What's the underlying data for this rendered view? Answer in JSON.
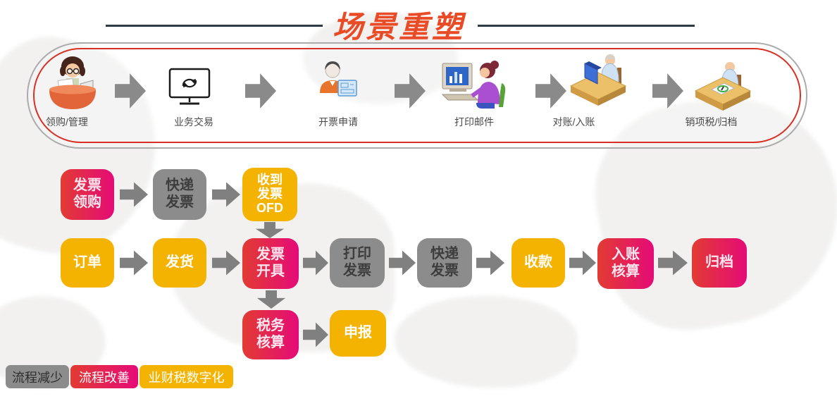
{
  "title": {
    "text": "场景重塑"
  },
  "pipeline": {
    "steps": [
      {
        "label": "领购/管理",
        "icon": "woman-reading-desk-icon"
      },
      {
        "label": "业务交易",
        "icon": "monitor-sync-icon"
      },
      {
        "label": "开票申请",
        "icon": "person-invoice-form-icon"
      },
      {
        "label": "打印邮件",
        "icon": "woman-at-computer-icon"
      },
      {
        "label": "对账/入账",
        "icon": "person-desk-computer-icon"
      },
      {
        "label": "销项税/归档",
        "icon": "person-desk-writing-icon"
      }
    ]
  },
  "flow": {
    "row1": [
      {
        "label": "发票\n领购",
        "type": "red"
      },
      {
        "label": "快递\n发票",
        "type": "gray"
      },
      {
        "label": "收到\n发票\nOFD",
        "type": "yellow"
      }
    ],
    "row2": [
      {
        "label": "订单",
        "type": "yellow"
      },
      {
        "label": "发货",
        "type": "yellow"
      },
      {
        "label": "发票\n开具",
        "type": "red"
      },
      {
        "label": "打印\n发票",
        "type": "gray"
      },
      {
        "label": "快递\n发票",
        "type": "gray"
      },
      {
        "label": "收款",
        "type": "yellow"
      },
      {
        "label": "入账\n核算",
        "type": "red"
      },
      {
        "label": "归档",
        "type": "red"
      }
    ],
    "row3": [
      {
        "label": "税务\n核算",
        "type": "red"
      },
      {
        "label": "申报",
        "type": "yellow"
      }
    ]
  },
  "legend": {
    "items": [
      {
        "label": "流程减少",
        "type": "gray"
      },
      {
        "label": "流程改善",
        "type": "red"
      },
      {
        "label": "业财税数字化",
        "type": "yellow"
      }
    ]
  },
  "colors": {
    "red_gradient_start": "#E23B33",
    "red_gradient_end": "#E50B77",
    "yellow": "#F5B301",
    "gray_box": "#8C8C8C",
    "arrow_gray": "#808080",
    "title_orange": "#EA4B27",
    "title_line": "#2F3B44",
    "capsule_red_border": "#D93025",
    "capsule_gray_border": "#ABABAB"
  }
}
